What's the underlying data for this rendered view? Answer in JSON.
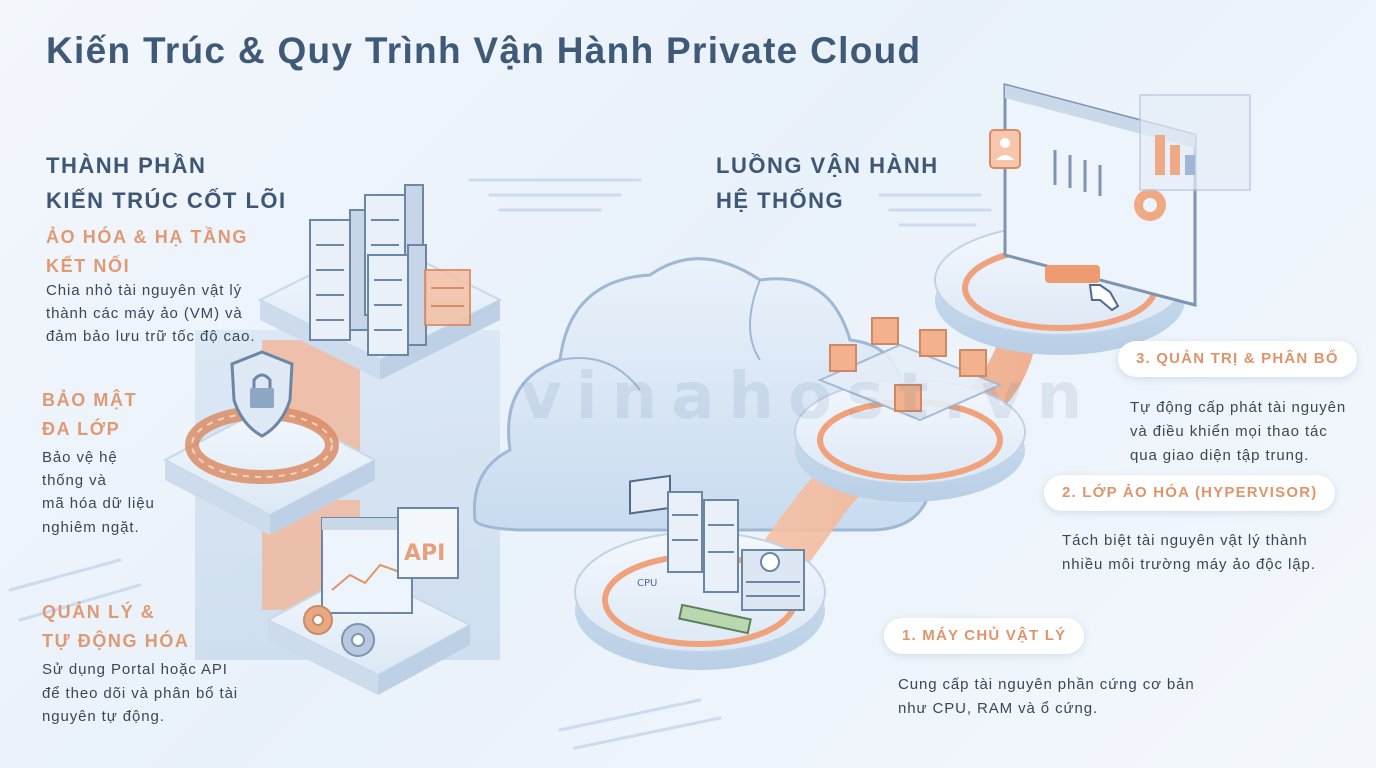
{
  "title": "Kiến Trúc & Quy Trình Vận Hành Private Cloud",
  "left": {
    "heading_line1": "THÀNH PHẦN",
    "heading_line2": "KIẾN TRÚC CỐT LÕI",
    "components": [
      {
        "title_line1": "ẢO HÓA & HẠ TẦNG",
        "title_line2": "KẾT NỐI",
        "desc": [
          "Chia nhỏ tài nguyên vật lý",
          "thành các máy ảo (VM) và",
          "đảm bảo lưu trữ tốc độ cao."
        ]
      },
      {
        "title_line1": "BẢO MẬT",
        "title_line2": "ĐA LỚP",
        "desc": [
          "Bảo vệ hệ",
          "thống và",
          "mã hóa dữ liệu",
          "nghiêm ngặt."
        ]
      },
      {
        "title_line1": "QUẢN LÝ &",
        "title_line2": "TỰ ĐỘNG HÓA",
        "desc": [
          "Sử dụng Portal hoặc API",
          "để theo dõi và phân bổ tài",
          "nguyên tự động."
        ]
      }
    ]
  },
  "right": {
    "heading_line1": "LUỒNG VẬN HÀNH",
    "heading_line2": "HỆ THỐNG",
    "steps": [
      {
        "label": "3. QUẢN TRỊ & PHÂN BỔ",
        "desc": [
          "Tự động cấp phát tài nguyên",
          "và điều khiển mọi thao tác",
          "qua giao diện tập trung."
        ]
      },
      {
        "label": "2. LỚP ẢO HÓA (HYPERVISOR)",
        "desc": [
          "Tách biệt tài nguyên vật lý thành",
          "nhiều môi trường máy ảo độc lập."
        ]
      },
      {
        "label": "1. MÁY CHỦ VẬT LÝ",
        "desc": [
          "Cung cấp tài nguyên phần cứng cơ bản",
          "như CPU, RAM và ổ cứng."
        ]
      }
    ]
  },
  "illustration": {
    "api_label": "API",
    "cpu_label": "CPU",
    "watermark": "vinahost.vn"
  },
  "colors": {
    "title": "#3f5a78",
    "accent_orange": "#e0946a",
    "platform_blue": "#dbe8f6",
    "text": "#3b4756"
  },
  "icons": [
    "server-rack-icon",
    "shield-lock-icon",
    "brick-wall-icon",
    "gear-icon",
    "api-window-icon",
    "cloud-icon",
    "cpu-chip-icon",
    "ram-stick-icon",
    "hard-disk-icon",
    "vm-cube-icon",
    "dashboard-icon",
    "user-profile-icon",
    "pointer-hand-icon"
  ]
}
